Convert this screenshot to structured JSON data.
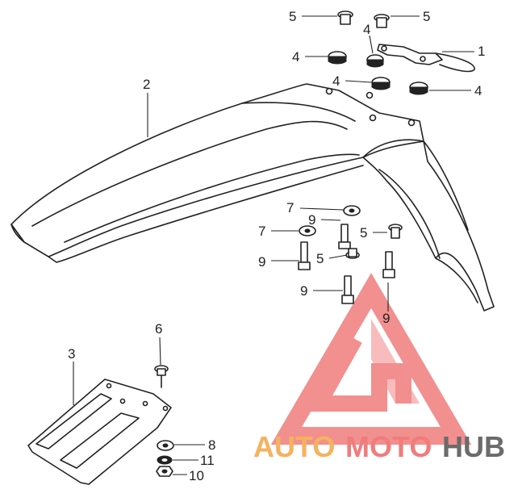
{
  "colors": {
    "line": "#222222",
    "watermark_red": "#f07c7c",
    "watermark_orange": "#f5b25e",
    "watermark_gray": "#6b6b6b"
  },
  "callouts": [
    {
      "id": "c1",
      "text": "1"
    },
    {
      "id": "c2",
      "text": "2"
    },
    {
      "id": "c3",
      "text": "3"
    },
    {
      "id": "c4a",
      "text": "4"
    },
    {
      "id": "c4b",
      "text": "4"
    },
    {
      "id": "c4c",
      "text": "4"
    },
    {
      "id": "c4d",
      "text": "4"
    },
    {
      "id": "c5a",
      "text": "5"
    },
    {
      "id": "c5b",
      "text": "5"
    },
    {
      "id": "c5c",
      "text": "5"
    },
    {
      "id": "c5d",
      "text": "5"
    },
    {
      "id": "c6",
      "text": "6"
    },
    {
      "id": "c7a",
      "text": "7"
    },
    {
      "id": "c7b",
      "text": "7"
    },
    {
      "id": "c8",
      "text": "8"
    },
    {
      "id": "c9a",
      "text": "9"
    },
    {
      "id": "c9b",
      "text": "9"
    },
    {
      "id": "c9c",
      "text": "9"
    },
    {
      "id": "c9d",
      "text": "9"
    },
    {
      "id": "c10",
      "text": "10"
    },
    {
      "id": "c11",
      "text": "11"
    }
  ],
  "watermark": {
    "logo_name": "automotohub-triangle-logo",
    "part1": "AUTO",
    "part2": "MOTO",
    "part3": "HUB"
  }
}
